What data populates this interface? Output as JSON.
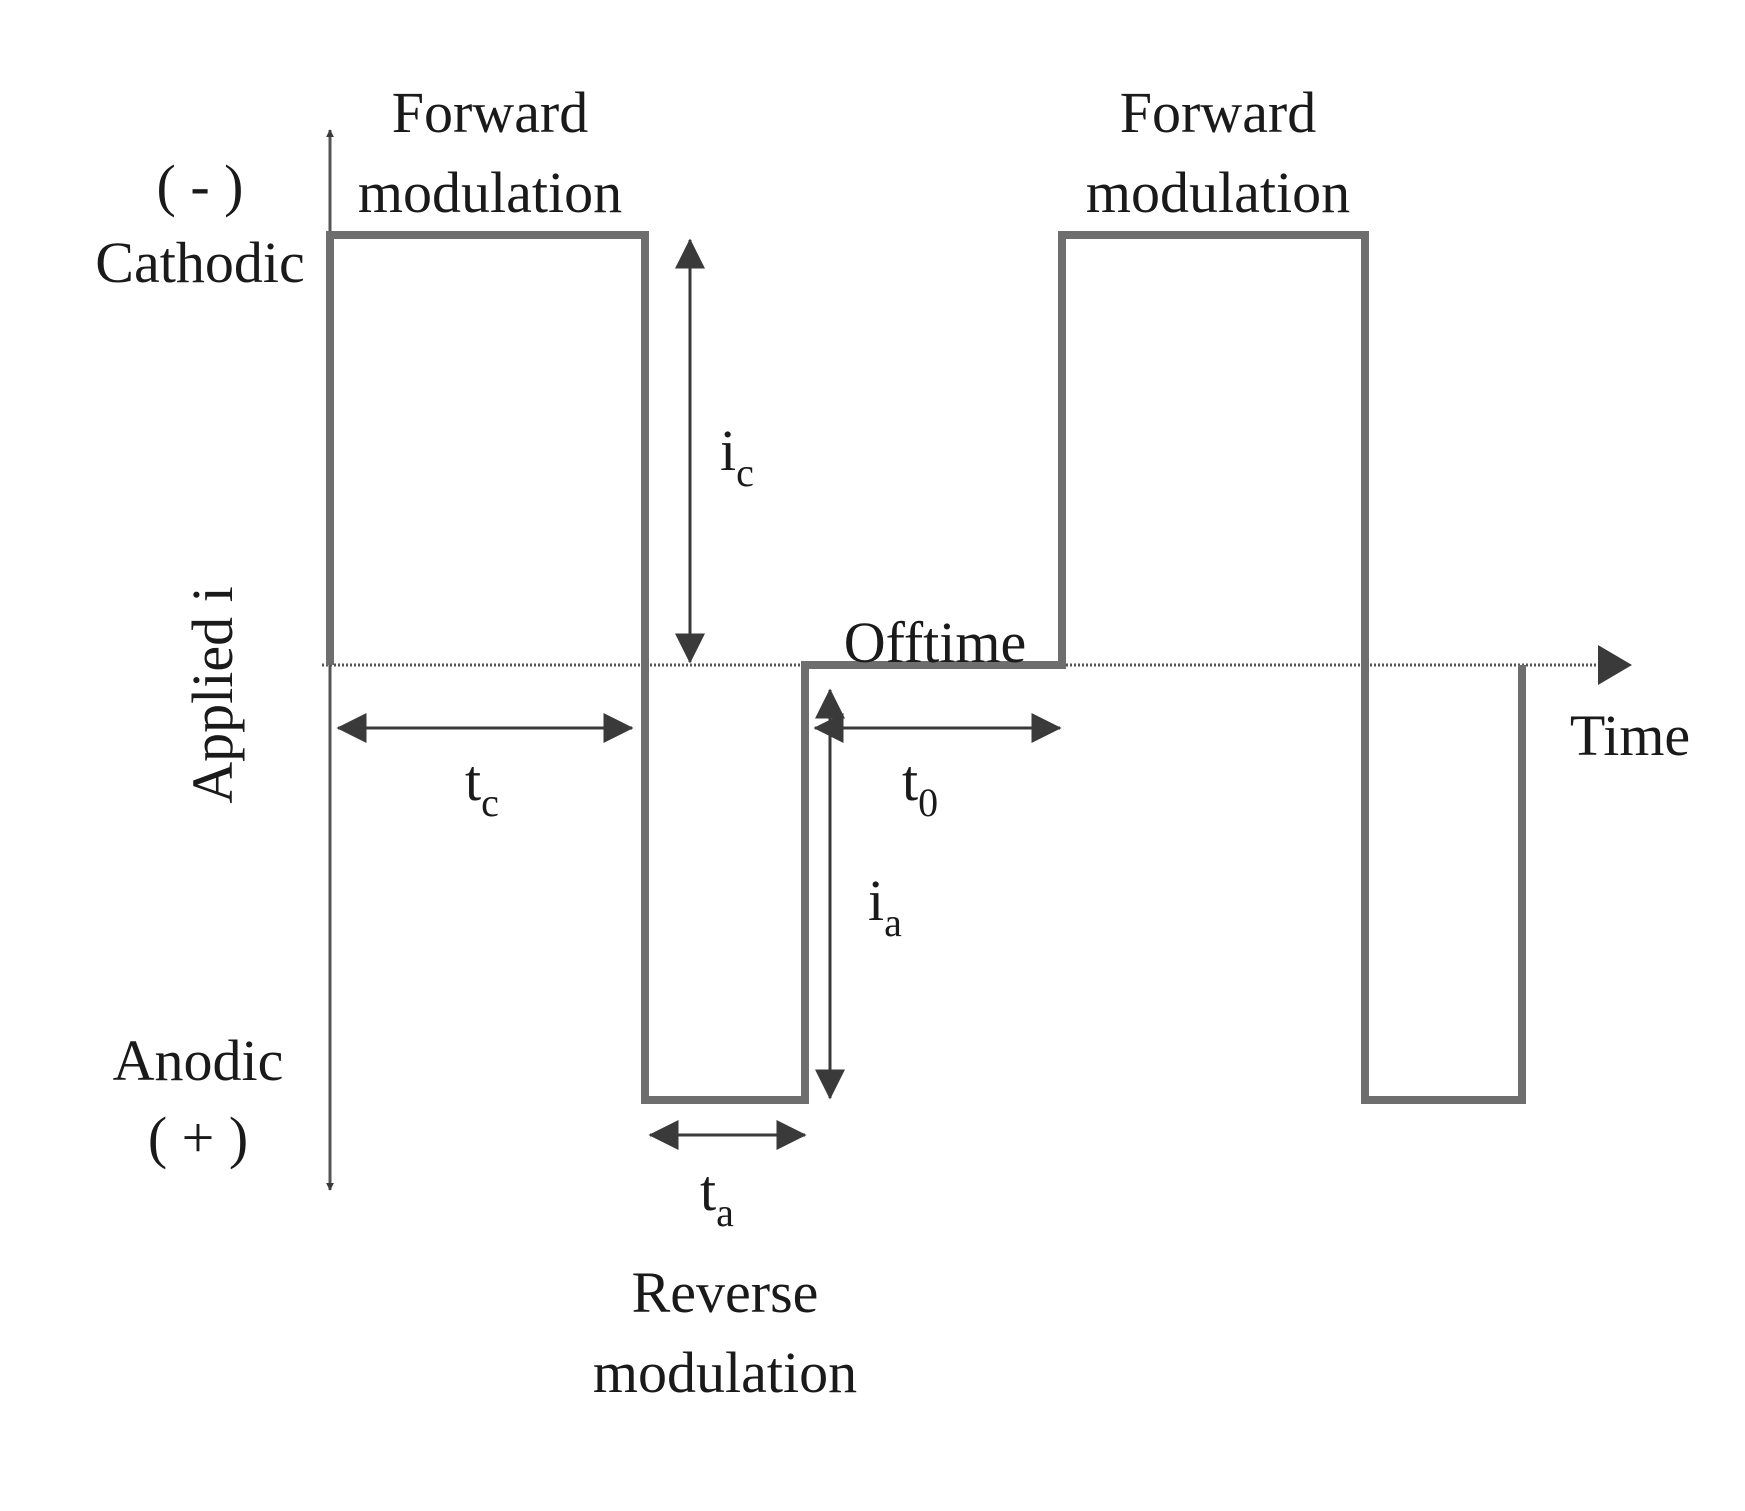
{
  "labels": {
    "cathodic_sign": "( - )",
    "cathodic": "Cathodic",
    "anodic": "Anodic",
    "anodic_sign": "( + )",
    "y_axis": "Applied i",
    "x_axis": "Time",
    "forward_1_line1": "Forward",
    "forward_1_line2": "modulation",
    "forward_2_line1": "Forward",
    "forward_2_line2": "modulation",
    "reverse_line1": "Reverse",
    "reverse_line2": "modulation",
    "offtime": "Offtime"
  },
  "symbols": {
    "ic_main": "i",
    "ic_sub": "c",
    "tc_main": "t",
    "tc_sub": "c",
    "ia_main": "i",
    "ia_sub": "a",
    "ta_main": "t",
    "ta_sub": "a",
    "t0_main": "t",
    "t0_sub": "0"
  },
  "colors": {
    "waveform": "#6e6e6e",
    "axis": "#555555",
    "arrow": "#3a3a3a"
  }
}
